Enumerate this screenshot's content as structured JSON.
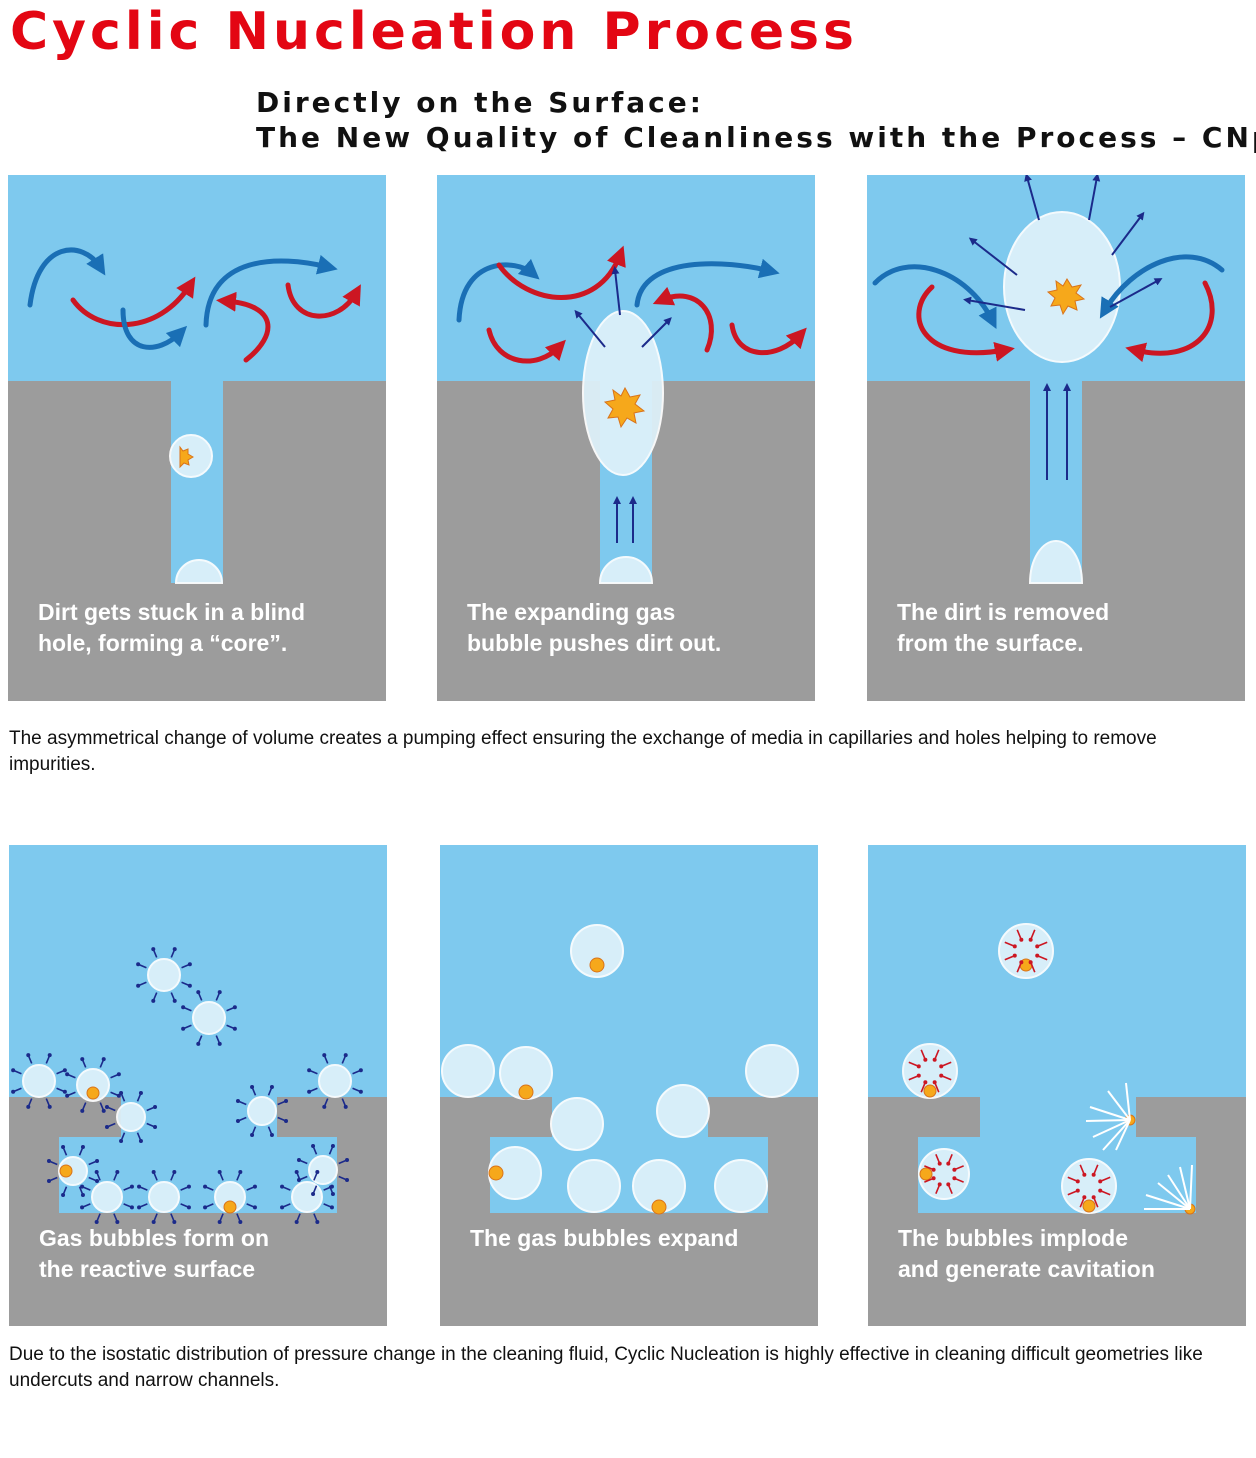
{
  "title": "Cyclic Nucleation Process",
  "subtitle_line1": "Directly on the Surface:",
  "subtitle_line2": "The New Quality of Cleanliness with the Process – CNp",
  "top_panels": [
    {
      "line1": "Dirt gets stuck in a blind",
      "line2": "hole, forming a “core”."
    },
    {
      "line1": "The expanding gas",
      "line2": "bubble pushes dirt out."
    },
    {
      "line1": "The dirt is removed",
      "line2": "from the surface."
    }
  ],
  "top_note": "The asymmetrical change of volume creates a pumping effect ensuring the exchange of media in capillaries and holes helping to remove impurities.",
  "bottom_panels": [
    {
      "line1": "Gas bubbles form on",
      "line2": "the reactive surface"
    },
    {
      "line1": "The gas bubbles expand",
      "line2": ""
    },
    {
      "line1": "The bubbles implode",
      "line2": "and generate cavitation"
    }
  ],
  "bottom_note": "Due to the isostatic distribution of pressure change in the cleaning fluid, Cyclic Nucleation is highly effective in cleaning difficult geometries like undercuts and narrow channels.",
  "colors": {
    "title": "#e30613",
    "water": "#7ec9ee",
    "solid": "#9c9c9c",
    "arrow_blue": "#1a6fb5",
    "arrow_red": "#cc1622",
    "arrow_navy": "#1b2a8a",
    "dirt": "#f6a81b",
    "bubble": "#dff2fb"
  }
}
